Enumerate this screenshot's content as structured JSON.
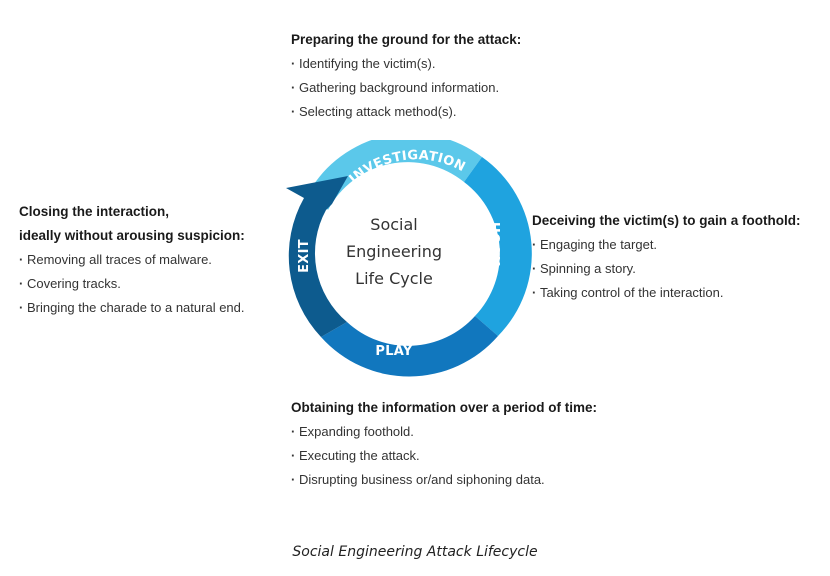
{
  "stages": {
    "investigation": "INVESTIGATION",
    "hook": "HOOK",
    "play": "PLAY",
    "exit": "EXIT"
  },
  "center": [
    "Social",
    "Engineering",
    "Life Cycle"
  ],
  "blocks": {
    "top": {
      "title": "Preparing the ground for the attack:",
      "items": [
        "Identifying the victim(s).",
        "Gathering background information.",
        "Selecting attack method(s)."
      ]
    },
    "right": {
      "title": "Deceiving the victim(s) to gain a foothold:",
      "items": [
        "Engaging the target.",
        "Spinning a story.",
        "Taking control of the interaction."
      ]
    },
    "left": {
      "title_line1": "Closing the interaction,",
      "title_line2": "ideally without arousing suspicion:",
      "items": [
        "Removing all traces of malware.",
        "Covering tracks.",
        "Bringing the charade to a natural end."
      ]
    },
    "bottom": {
      "title": "Obtaining the information over a period of time:",
      "items": [
        "Expanding foothold.",
        "Executing the attack.",
        "Disrupting business or/and siphoning data."
      ]
    }
  },
  "caption": "Social Engineering Attack Lifecycle",
  "colors": {
    "investigation": "#5bc8ea",
    "hook": "#1fa3df",
    "play": "#1177be",
    "exit": "#0d5b8e"
  }
}
